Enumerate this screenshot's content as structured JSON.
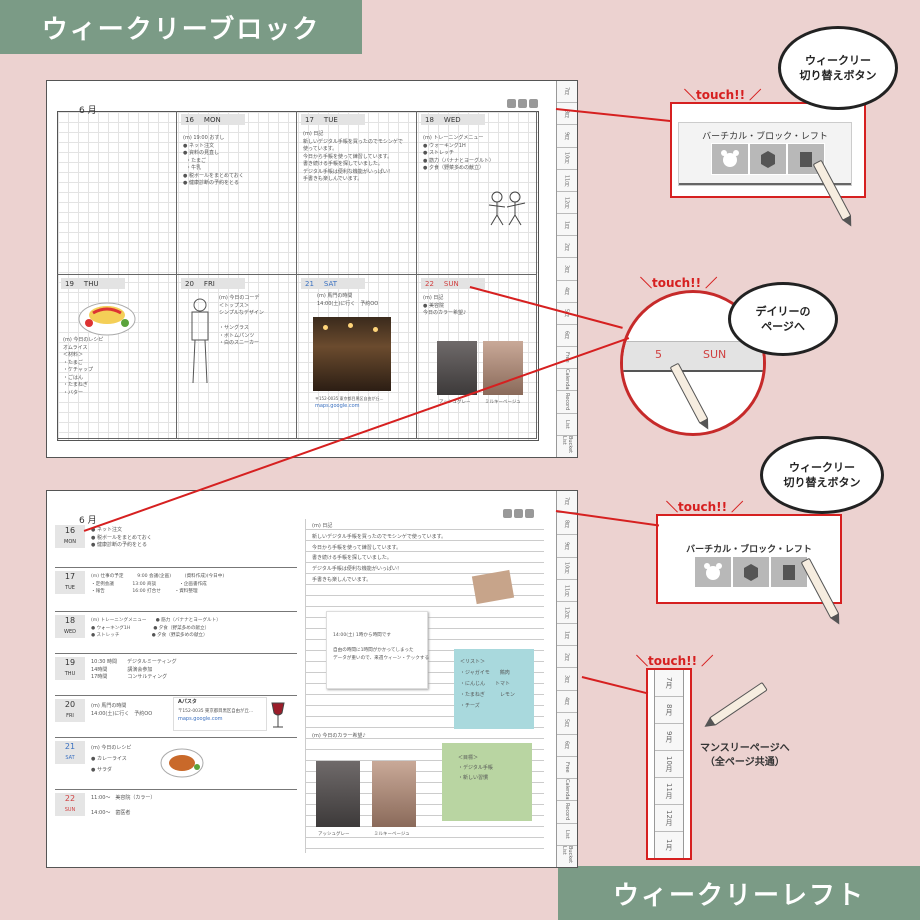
{
  "banners": {
    "top": "ウィークリーブロック",
    "bottom": "ウィークリーレフト"
  },
  "colors": {
    "accent_red": "#d62020",
    "banner_green": "#7b9b86",
    "background": "#ecd2d0"
  },
  "callouts": {
    "weekly_switch_1": "ウィークリー\n切り替えボタン",
    "daily": "デイリーの\nページへ",
    "weekly_switch_2": "ウィークリー\n切り替えボタン",
    "monthly": "マンスリーページへ\n（全ページ共通）"
  },
  "touch_label": "＼touch!! ／",
  "toggle_label": "バーチカル・ブロック・レフト",
  "zoom_day": {
    "number": "5",
    "name": "SUN"
  },
  "side_tabs": [
    "7月",
    "8月",
    "9月",
    "10月",
    "11月",
    "12月",
    "1月",
    "2月",
    "3月",
    "4月",
    "5月",
    "6月",
    "Free",
    "Calendar",
    "Record",
    "List",
    "Bucket List"
  ],
  "monthly_zoom_tabs": [
    "7月",
    "8月",
    "9月",
    "10月",
    "11月",
    "12月",
    "1月"
  ],
  "block": {
    "month": "6 月",
    "days": [
      {
        "num": "16",
        "name": "MON",
        "note": "(m) 19:00 おすし\n● ネット注文\n● 資料の見直し\n  ・たまご\n  ・牛乳\n● 税ボールをまとめておく\n● 健康診断の予約をとる"
      },
      {
        "num": "17",
        "name": "TUE",
        "note": "(m) 日記\n新しいデジタル手帳を買ったのでモシンゲで\n使っています。\n今日から手帳を使って練習しています。\n書き続ける手帳を探していました。\nデジタル手帳は便利な機能がいっぱい！\n手書きも楽しんでいます。"
      },
      {
        "num": "18",
        "name": "WED",
        "note": "(m) トレーニングメニュー\n● ウォーキング1H\n● ストレッチ\n● 筋力（バナナとヨーグルト）\n● 夕食（野菜多めの献立）"
      },
      {
        "num": "19",
        "name": "THU",
        "note": "(m) 今日のレシピ\nオムライス\n＜材料＞\n・たまご\n・ケチャップ\n・ごはん\n・たまねぎ\n・バター"
      },
      {
        "num": "20",
        "name": "FRI",
        "note": "(m) 今日のコーデ\n＜トップス＞\nシンプルなデザイン\n\n・サングラス\n・ボトムパンツ\n・白のスニーカー"
      },
      {
        "num": "21",
        "name": "SAT",
        "note": "(m) 馬門の時間\n14:00(土)に行く　予約OO"
      },
      {
        "num": "22",
        "name": "SUN",
        "note": "(m) 日記\n● 美容院\n今日のカラー希望♪"
      }
    ],
    "map_text": "〒152-0035 東京都目黒区自由が丘…",
    "map_link": "maps.google.com",
    "photo_captions": [
      "アッシュグレー",
      "ミルキーベージュ"
    ]
  },
  "left": {
    "month": "6 月",
    "days": [
      {
        "num": "16",
        "name": "MON",
        "note": "● ネット注文\n● 税ボールをまとめておく\n● 健康診断の予約をとる"
      },
      {
        "num": "17",
        "name": "TUE",
        "note": "(m) 仕事の予定　　　9:00 会議(企画)　　　(資料作成)(今日中)\n・定例会議　　　　13:00 商談　　　　　・企画書作成\n・報告　　　　　　16:00 打合せ　　　・資料整理"
      },
      {
        "num": "18",
        "name": "WED",
        "note": "(m) トレーニングメニュー　　● 筋力（バナナとヨーグルト）\n● ウォーキング1H　　　　　● 夕食（野菜多めの献立）\n● ストレッチ　　　　　　　● 夕食（野菜多めの献立）"
      },
      {
        "num": "19",
        "name": "THU",
        "note": "10:30 時間　　デジタルミーティング\n14時間　　　　講演会参加\n17時間　　　　コンサルティング"
      },
      {
        "num": "20",
        "name": "FRI",
        "note": "(m) 馬門の時間\n14:00(土)に行く　予約OO"
      },
      {
        "num": "21",
        "name": "SAT",
        "note": "(m) 今日のレシピ\n● カレーライス\n● サラダ"
      },
      {
        "num": "22",
        "name": "SUN",
        "note": "11:00～　美容院（カラー）\n\n14:00～　歯医者"
      }
    ],
    "map_title": "Aパスタ",
    "map_text": "〒152-0035 東京都目黒区自由が丘…",
    "map_link": "maps.google.com",
    "diary": "(m) 日記\n新しいデジタル手帳を買ったのでモシンゲで使っています。\n今日から手帳を使って練習しています。\n書き続ける手帳を探していました。\nデジタル手帳は便利な機能がいっぱい！\n手書きも楽しんでいます。",
    "memo_note": "14:00(土) 1時から時間です\n\n自由の時間に1時間がかかってしまった\nデータが重いので、来週ウィーン・テックする",
    "list_note": "＜リスト＞\n・ジャガイモ　　鶏肉\n・にんじん　　トマト\n・たまねぎ　　　レモン\n・チーズ",
    "hair_label": "(m) 今日のカラー希望♪",
    "photo_captions": [
      "アッシュグレー",
      "ミルキーベージュ"
    ],
    "sticky_note": "＜目標＞\n・デジタル手帳\n・新しい習慣"
  }
}
